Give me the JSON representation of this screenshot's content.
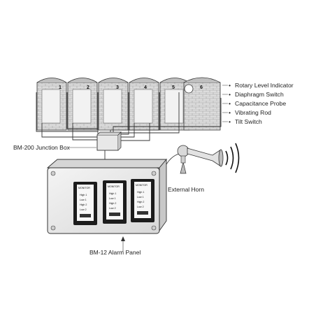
{
  "silos": [
    "1",
    "2",
    "3",
    "4",
    "5",
    "6"
  ],
  "sensor_types": [
    "Rotary Level Indicator",
    "Diaphragm Switch",
    "Capacitance Probe",
    "Vibrating Rod",
    "Tilt Switch"
  ],
  "labels": {
    "junction_box": "BM-200 Junction Box",
    "external_horn": "External Horn",
    "alarm_panel": "BM-12 Alarm Panel"
  },
  "modules": [
    {
      "brand": "MONITOR",
      "channels": [
        "High 1",
        "Low 1",
        "High 2",
        "Low 2"
      ]
    },
    {
      "brand": "MONITOR",
      "channels": [
        "High 1",
        "Low 1",
        "High 2",
        "Low 2"
      ]
    },
    {
      "brand": "MONITOR",
      "channels": [
        "High 1",
        "Low 1",
        "High 2",
        "Low 2"
      ]
    }
  ],
  "colors": {
    "line": "#2a2a2a",
    "silo_fill": "#d6d6d6",
    "brick": "#9a9a9a",
    "panel": "#eeeeee"
  }
}
